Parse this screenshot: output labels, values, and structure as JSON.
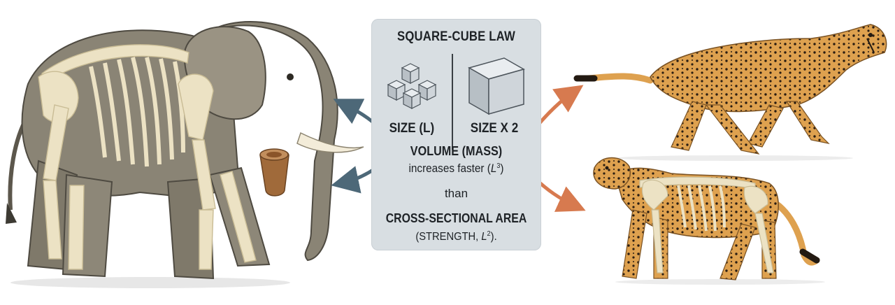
{
  "panel": {
    "title": "SQUARE-CUBE LAW",
    "left_label": "SIZE (L)",
    "right_label": "SIZE X 2",
    "volume_heading": "VOLUME (MASS)",
    "increases_prefix": "increases faster (",
    "increases_var": "L",
    "increases_exp": "3",
    "increases_suffix": ")",
    "than": "than",
    "area_heading": "CROSS-SECTIONAL AREA",
    "strength_prefix": "(STRENGTH, ",
    "strength_var": "L",
    "strength_exp": "2",
    "strength_suffix": ")."
  },
  "colors": {
    "panel_bg": "#d8dee2",
    "arrow_left": "#4d6878",
    "arrow_right": "#d77a4f",
    "elephant_skin": "#8a8475",
    "bone": "#ece2c4",
    "cheetah_fur": "#dea14f",
    "cheetah_spot": "#2a1d12",
    "femur": "#a06a3a"
  },
  "icons": {
    "small_cubes": "small-cubes-icon",
    "large_cube": "large-cube-icon",
    "elephant": "elephant-skeleton-illustration",
    "cheetah_running": "running-cheetah-illustration",
    "cheetah_skeleton": "cheetah-skeleton-illustration",
    "bone_section": "bone-cross-section-icon"
  }
}
